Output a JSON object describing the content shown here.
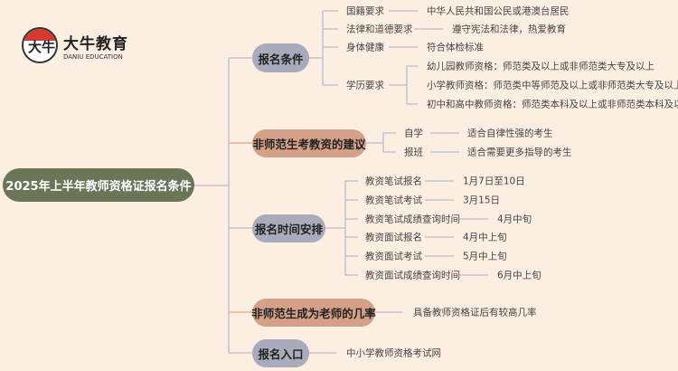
{
  "logo": {
    "cn": "大牛教育",
    "en": "DANIU EDUCATION",
    "mark": "大牛"
  },
  "root": "2025年上半年教师资格证报名条件",
  "branches": {
    "conditions": {
      "label": "报名条件",
      "items": [
        {
          "label": "国籍要求",
          "value": "中华人民共和国公民或港澳台居民"
        },
        {
          "label": "法律和道德要求",
          "value": "遵守宪法和法律，热爱教育"
        },
        {
          "label": "身体健康",
          "value": "符合体检标准"
        },
        {
          "label": "学历要求",
          "values": [
            "幼儿园教师资格：师范类及以上或非师范类大专及以上",
            "小学教师资格：师范类中等师范及以上或非师范类大专及以上",
            "初中和高中教师资格：师范类本科及以上或非师范类本科及以上"
          ]
        }
      ]
    },
    "advice": {
      "label": "非师范生考教资的建议",
      "items": [
        {
          "label": "自学",
          "value": "适合自律性强的考生"
        },
        {
          "label": "报班",
          "value": "适合需要更多指导的考生"
        }
      ]
    },
    "schedule": {
      "label": "报名时间安排",
      "items": [
        {
          "label": "教资笔试报名",
          "value": "1月7日至10日"
        },
        {
          "label": "教资笔试考试",
          "value": "3月15日"
        },
        {
          "label": "教资笔试成绩查询时间",
          "value": "4月中旬"
        },
        {
          "label": "教资面试报名",
          "value": "4月中上旬"
        },
        {
          "label": "教资面试考试",
          "value": "5月中上旬"
        },
        {
          "label": "教资面试成绩查询时间",
          "value": "6月中上旬"
        }
      ]
    },
    "chance": {
      "label": "非师范生成为老师的几率",
      "value": "具备教师资格证后有较高几率"
    },
    "entry": {
      "label": "报名入口",
      "value": "中小学教师资格考试网"
    }
  }
}
